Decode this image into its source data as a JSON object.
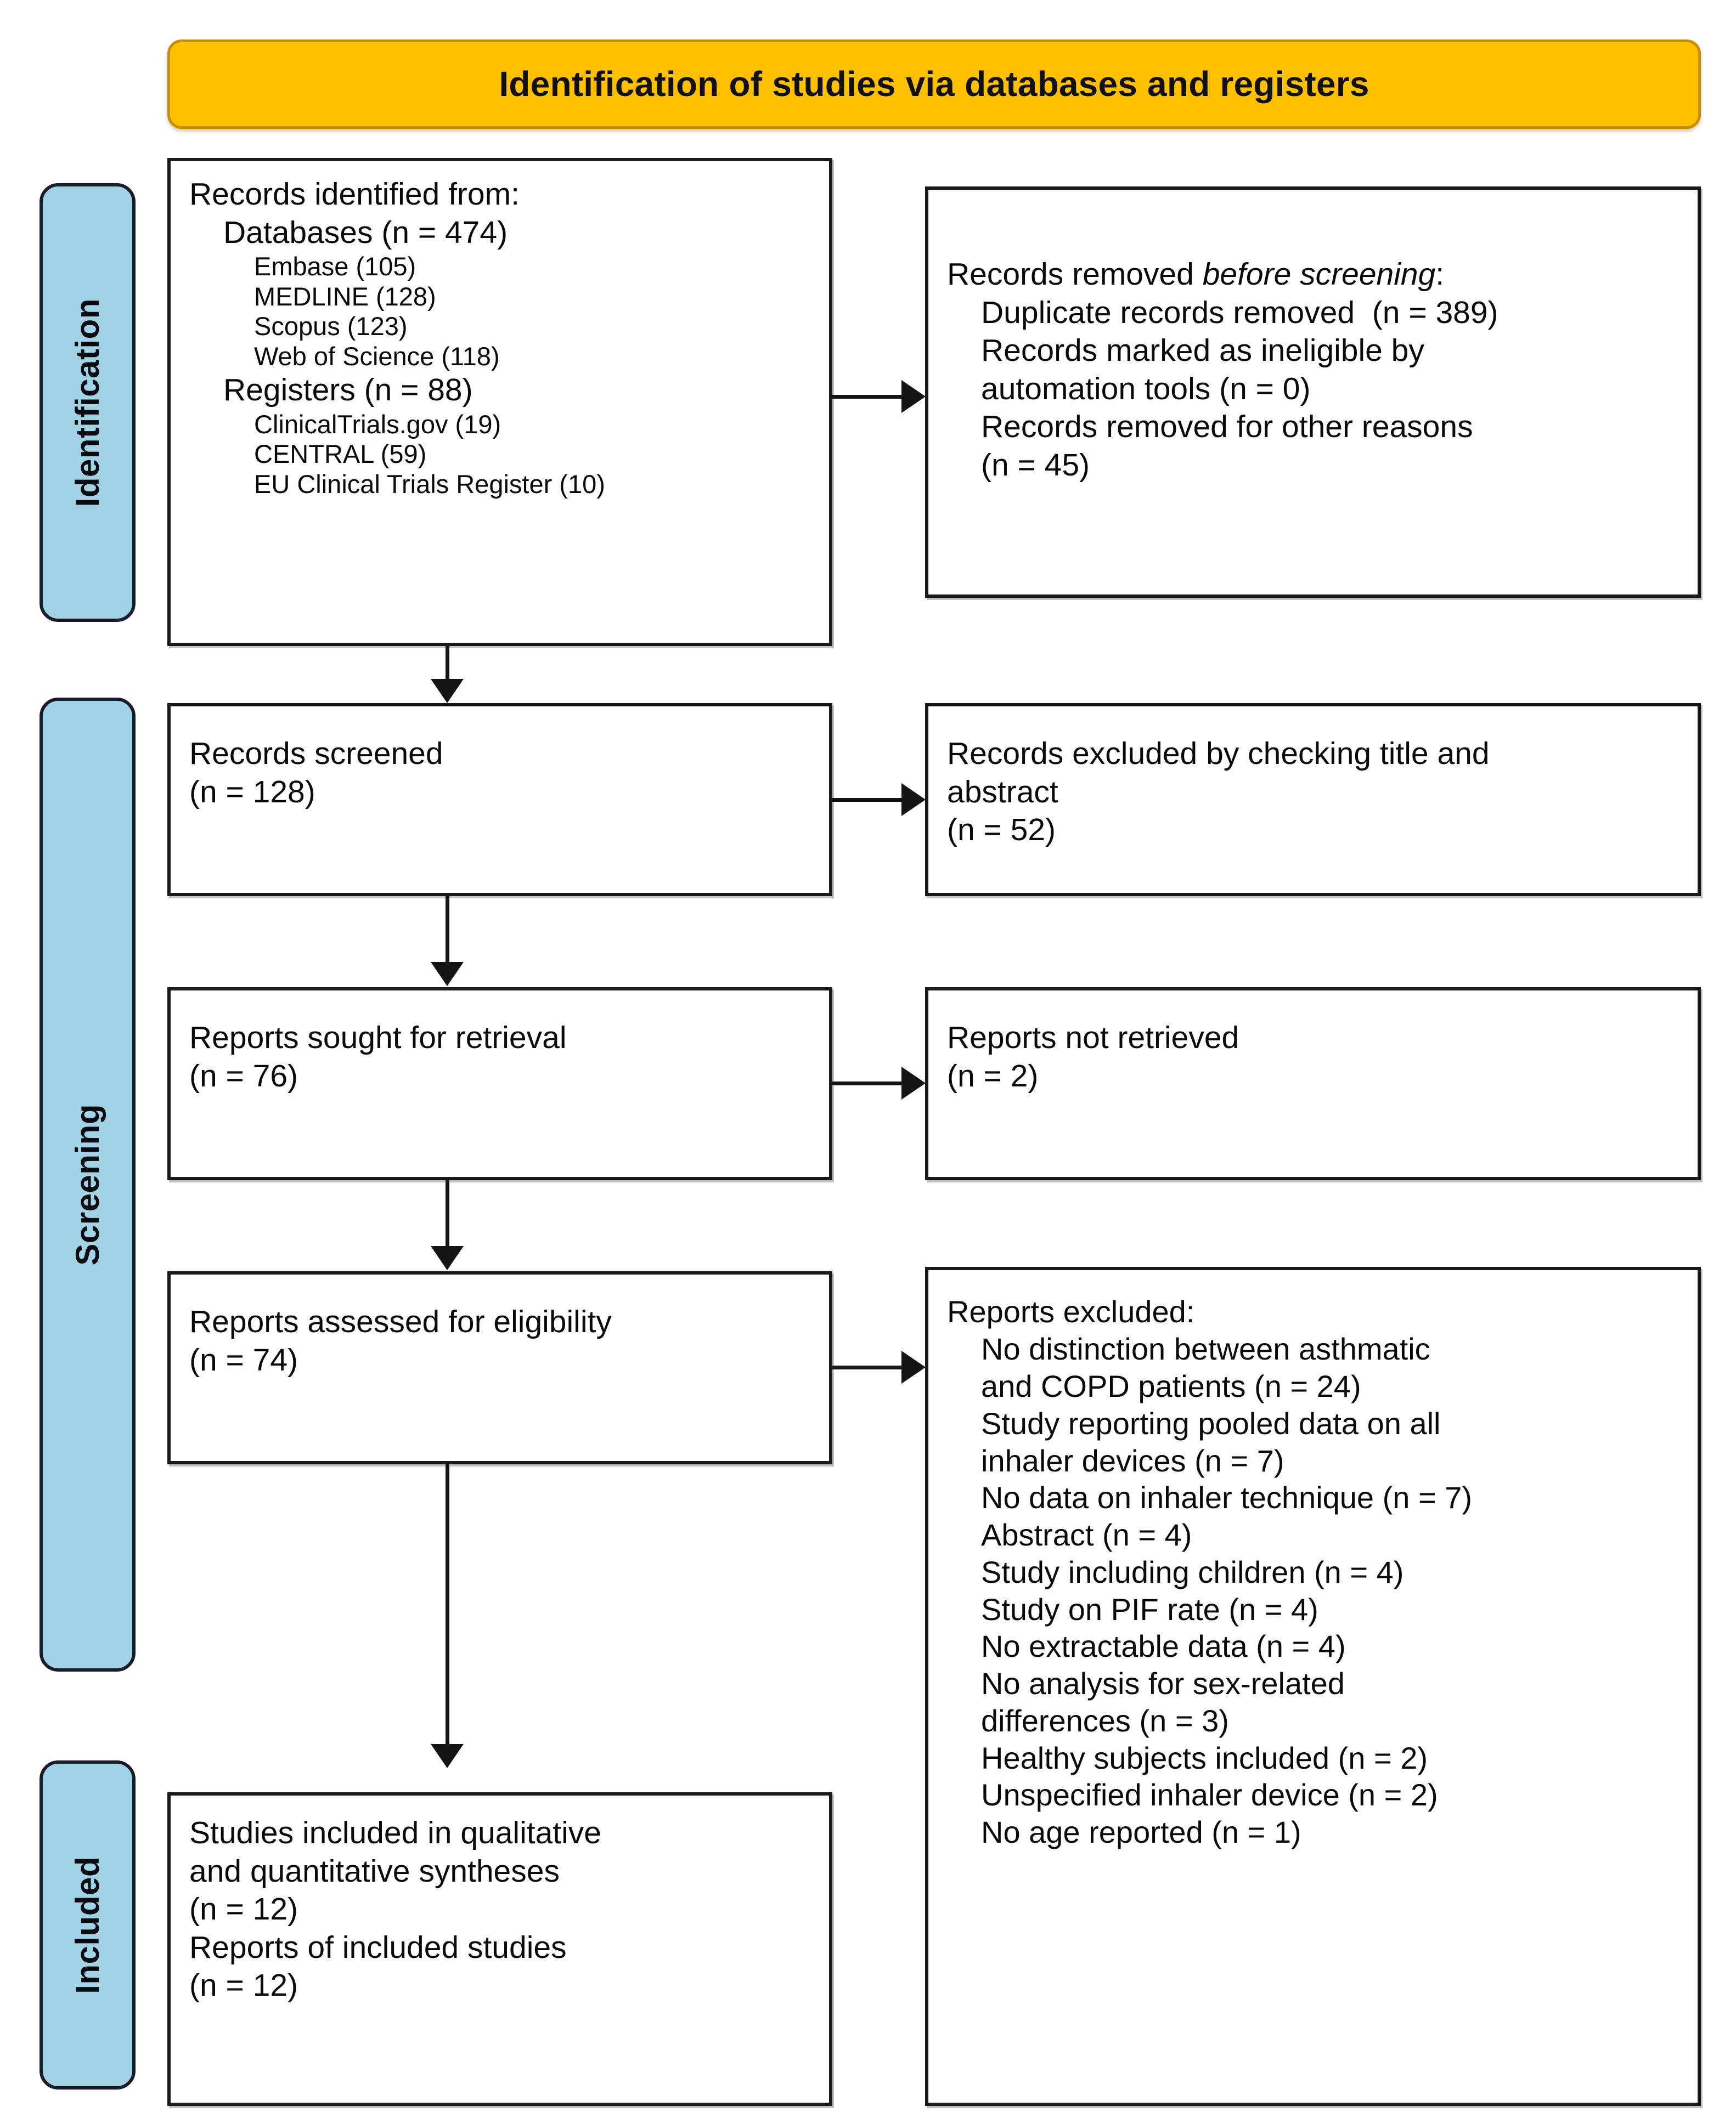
{
  "header": {
    "title": "Identification of studies via databases and registers"
  },
  "stages": [
    {
      "id": "identification",
      "label": "Identification"
    },
    {
      "id": "screening",
      "label": "Screening"
    },
    {
      "id": "included",
      "label": "Included"
    }
  ],
  "boxes": {
    "identified": {
      "name": "records-identified",
      "lines": [
        {
          "level": 1,
          "text": "Records identified from:"
        },
        {
          "level": 2,
          "text": "Databases (n = 474)"
        },
        {
          "level": 3,
          "text": "Embase (105)"
        },
        {
          "level": 3,
          "text": "MEDLINE (128)"
        },
        {
          "level": 3,
          "text": "Scopus (123)"
        },
        {
          "level": 3,
          "text": "Web of Science (118)"
        },
        {
          "level": 2,
          "text": "Registers (n = 88)"
        },
        {
          "level": 3,
          "text": "ClinicalTrials.gov (19)"
        },
        {
          "level": 3,
          "text": "CENTRAL (59)"
        },
        {
          "level": 3,
          "text": "EU Clinical Trials Register (10)"
        }
      ]
    },
    "removed": {
      "name": "records-removed-before-screening",
      "title_plain": "Records removed ",
      "title_italic": "before screening",
      "title_suffix": ":",
      "lines": [
        {
          "level": 2,
          "text": "Duplicate records removed  (n = 389)"
        },
        {
          "level": 2,
          "text": "Records marked as ineligible by"
        },
        {
          "level": 2,
          "text": "automation tools (n = 0)"
        },
        {
          "level": 2,
          "text": "Records removed for other reasons"
        },
        {
          "level": 2,
          "text": "(n = 45)"
        }
      ]
    },
    "screened": {
      "name": "records-screened",
      "lines": [
        {
          "level": 1,
          "text": "Records screened"
        },
        {
          "level": 1,
          "text": "(n = 128)"
        }
      ]
    },
    "excluded_title_abstract": {
      "name": "records-excluded-title-abstract",
      "lines": [
        {
          "level": 1,
          "text": "Records excluded by checking title and"
        },
        {
          "level": 1,
          "text": "abstract"
        },
        {
          "level": 1,
          "text": "(n = 52)"
        }
      ]
    },
    "sought": {
      "name": "reports-sought-for-retrieval",
      "lines": [
        {
          "level": 1,
          "text": "Reports sought for retrieval"
        },
        {
          "level": 1,
          "text": "(n = 76)"
        }
      ]
    },
    "not_retrieved": {
      "name": "reports-not-retrieved",
      "lines": [
        {
          "level": 1,
          "text": "Reports not retrieved"
        },
        {
          "level": 1,
          "text": "(n = 2)"
        }
      ]
    },
    "assessed": {
      "name": "reports-assessed-for-eligibility",
      "lines": [
        {
          "level": 1,
          "text": "Reports assessed for eligibility"
        },
        {
          "level": 1,
          "text": "(n = 74)"
        }
      ]
    },
    "reports_excluded": {
      "name": "reports-excluded",
      "lines": [
        {
          "level": 1,
          "text": "Reports excluded:"
        },
        {
          "level": 2,
          "text": "No distinction between asthmatic"
        },
        {
          "level": 2,
          "text": "and COPD patients (n = 24)"
        },
        {
          "level": 2,
          "text": "Study reporting pooled data on all"
        },
        {
          "level": 2,
          "text": "inhaler devices (n = 7)"
        },
        {
          "level": 2,
          "text": "No data on inhaler technique (n = 7)"
        },
        {
          "level": 2,
          "text": "Abstract (n = 4)"
        },
        {
          "level": 2,
          "text": "Study including children (n = 4)"
        },
        {
          "level": 2,
          "text": "Study on PIF rate (n = 4)"
        },
        {
          "level": 2,
          "text": "No extractable data (n = 4)"
        },
        {
          "level": 2,
          "text": "No analysis for sex-related"
        },
        {
          "level": 2,
          "text": "differences (n = 3)"
        },
        {
          "level": 2,
          "text": "Healthy subjects included (n = 2)"
        },
        {
          "level": 2,
          "text": "Unspecified inhaler device (n = 2)"
        },
        {
          "level": 2,
          "text": "No age reported (n = 1)"
        }
      ]
    },
    "included": {
      "name": "studies-included",
      "lines": [
        {
          "level": 1,
          "text": "Studies included in qualitative"
        },
        {
          "level": 1,
          "text": "and quantitative syntheses"
        },
        {
          "level": 1,
          "text": "(n = 12)"
        },
        {
          "level": 1,
          "text": "Reports of included studies"
        },
        {
          "level": 1,
          "text": "(n = 12)"
        }
      ]
    }
  },
  "colors": {
    "banner_fill": "#ffc000",
    "banner_border": "#c79000",
    "stage_fill": "#a2d2e6",
    "stage_border": "#1b1b2b",
    "box_border": "#1a1a1a",
    "connector": "#141414"
  }
}
